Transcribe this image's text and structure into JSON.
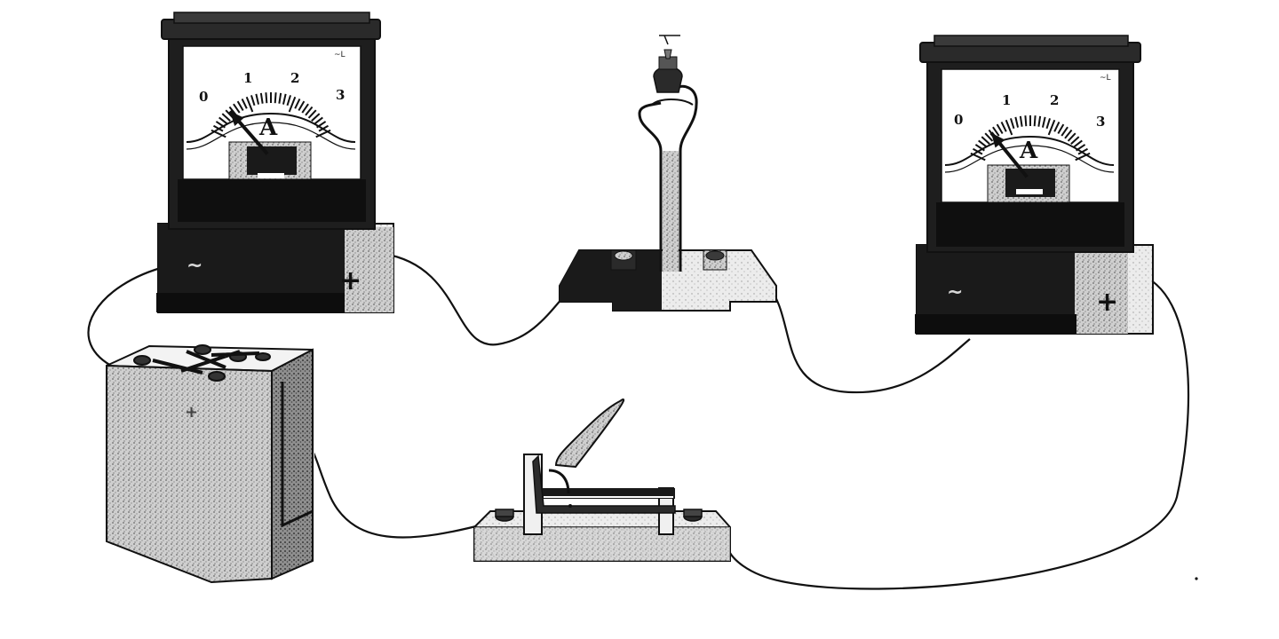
{
  "ammeter_left": {
    "scale_labels": [
      "0",
      "1",
      "2",
      "3"
    ],
    "unit_letter": "A",
    "terminal_minus": "~",
    "terminal_plus": "+",
    "reading": 0.55
  },
  "ammeter_right": {
    "scale_labels": [
      "0",
      "1",
      "2",
      "3"
    ],
    "unit_letter": "A",
    "terminal_minus": "~",
    "terminal_plus": "+",
    "reading": 0.6
  },
  "battery": {
    "terminal_plus": "+"
  }
}
